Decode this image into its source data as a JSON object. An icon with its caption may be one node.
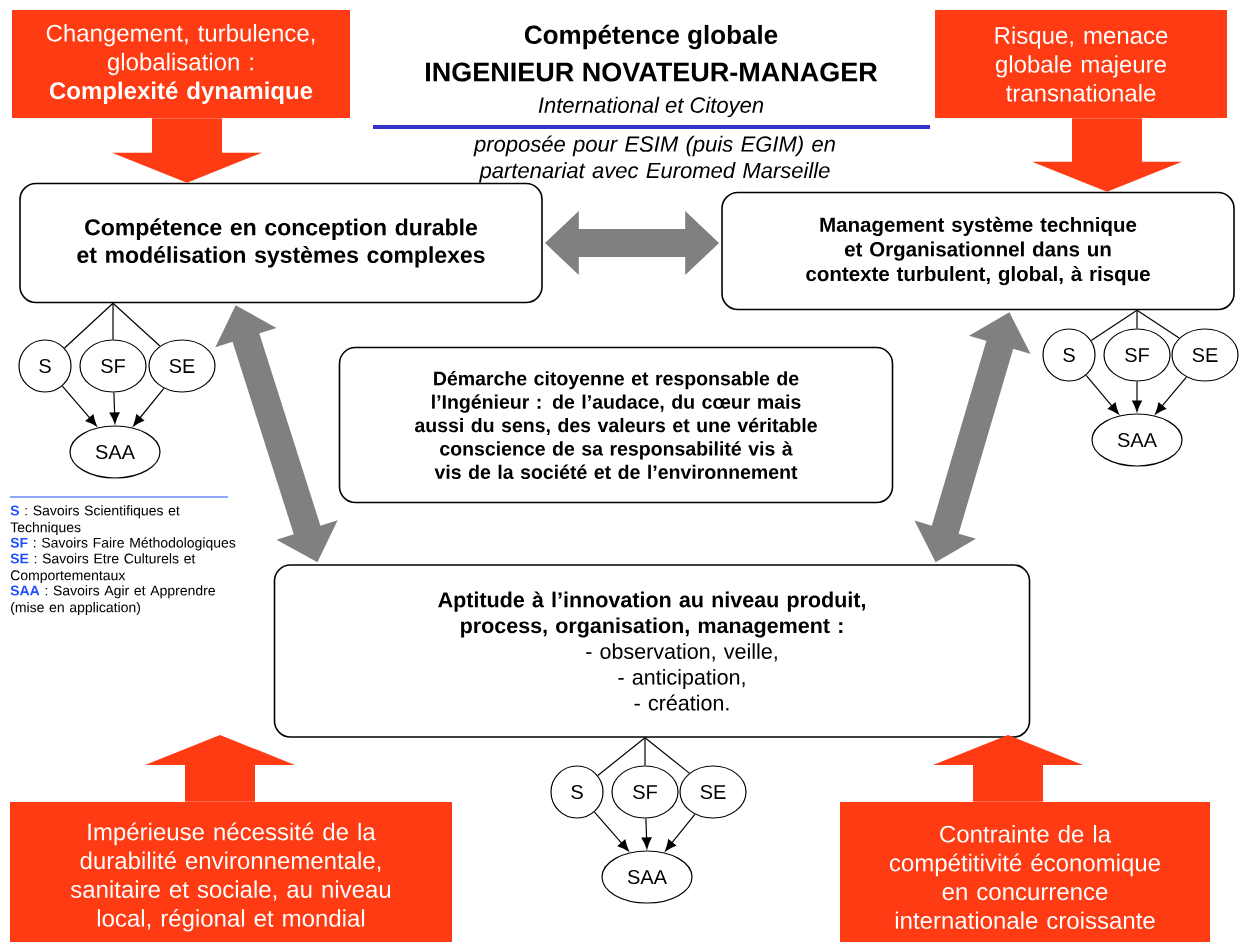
{
  "diagram": {
    "title": "Compétence globale",
    "nodes": [
      {
        "text": [
          "Changement, turbulence, globalisation : **Complexité dynamique**"
        ]
      },
      {
        "text": [
          "Risque, menace globale majeure transnationale"
        ]
      },
      {
        "text": [
          "Compétence en conception durable et modélisation systèmes complexes"
        ]
      },
      {
        "text": [
          "Management système technique et Organisationnel dans un contexte turbulent, global, à risque"
        ]
      },
      {
        "text": [
          "Démarche citoyenne et responsable de l’Ingénieur : de l’audace, du cœur mais aussi du sens, des valeurs et une véritable conscience de sa responsabilité vis à vis de la société et de l’environnement"
        ]
      },
      {
        "text": [
          "Aptitude à l’innovation au niveau produit, process, organisation, management :",
          "- observation, veille,",
          "- anticipation,",
          "- création."
        ]
      },
      {
        "text": [
          "Impérieuse nécessité de la durabilité environnementale, sanitaire et sociale, au niveau local, régional et mondial"
        ]
      },
      {
        "text": [
          "Contrainte de la compétitivité économique en concurrence internationale croissante"
        ]
      },
      {
        "text": [
          "S"
        ]
      },
      {
        "text": [
          "SF"
        ]
      },
      {
        "text": [
          "SE"
        ]
      },
      {
        "text": [
          "SAA"
        ]
      },
      {
        "text": [
          "S"
        ]
      },
      {
        "text": [
          "SF"
        ]
      },
      {
        "text": [
          "SE"
        ]
      },
      {
        "text": [
          "SAA"
        ]
      },
      {
        "text": [
          "S"
        ]
      },
      {
        "text": [
          "SF"
        ]
      },
      {
        "text": [
          "SE"
        ]
      },
      {
        "text": [
          "SAA"
        ]
      }
    ],
    "edges": [
      {
        "from": 0,
        "to": 2,
        "arrow": "to",
        "style": "thick",
        "color": "#ff3b14"
      },
      {
        "from": 1,
        "to": 3,
        "arrow": "to",
        "style": "thick",
        "color": "#ff3b14"
      },
      {
        "from": 6,
        "to": null,
        "arrow": "to",
        "style": "thick",
        "color": "#ff3b14"
      },
      {
        "from": 7,
        "to": null,
        "arrow": "to",
        "style": "thick",
        "color": "#ff3b14"
      },
      {
        "from": 2,
        "to": 3,
        "arrow": "both",
        "style": "thick",
        "color": "#808080"
      },
      {
        "from": 2,
        "to": 5,
        "arrow": "both",
        "style": "thick",
        "color": "#808080"
      },
      {
        "from": 3,
        "to": 5,
        "arrow": "both",
        "style": "thick",
        "color": "#808080"
      },
      {
        "from": 2,
        "to": 8,
        "arrow": "none"
      },
      {
        "from": 2,
        "to": 9,
        "arrow": "none"
      },
      {
        "from": 2,
        "to": 10,
        "arrow": "none"
      },
      {
        "from": 8,
        "to": 11,
        "arrow": "to"
      },
      {
        "from": 9,
        "to": 11,
        "arrow": "to"
      },
      {
        "from": 10,
        "to": 11,
        "arrow": "to"
      },
      {
        "from": 3,
        "to": 12,
        "arrow": "none"
      },
      {
        "from": 3,
        "to": 13,
        "arrow": "none"
      },
      {
        "from": 3,
        "to": 14,
        "arrow": "none"
      },
      {
        "from": 12,
        "to": 15,
        "arrow": "to"
      },
      {
        "from": 13,
        "to": 15,
        "arrow": "to"
      },
      {
        "from": 14,
        "to": 15,
        "arrow": "to"
      },
      {
        "from": 5,
        "to": 16,
        "arrow": "none"
      },
      {
        "from": 5,
        "to": 17,
        "arrow": "none"
      },
      {
        "from": 5,
        "to": 18,
        "arrow": "none"
      },
      {
        "from": 16,
        "to": 19,
        "arrow": "to"
      },
      {
        "from": 17,
        "to": 19,
        "arrow": "to"
      },
      {
        "from": 18,
        "to": 19,
        "arrow": "to"
      }
    ],
    "labels": [
      "INGENIEUR NOVATEUR-MANAGER",
      "International et Citoyen",
      "proposée pour ESIM (puis EGIM) en partenariat avec Euromed Marseille",
      "S",
      ": Savoirs Scientifiques et Techniques",
      "SF",
      ": Savoirs Faire Méthodologiques",
      "SE",
      ": Savoirs Etre Culturels et Comportementaux",
      "SAA",
      ": Savoirs Agir et Apprendre (mise en application)"
    ]
  }
}
